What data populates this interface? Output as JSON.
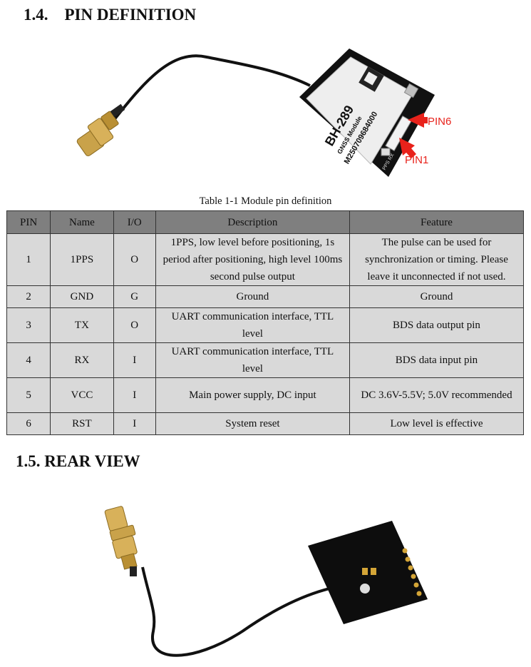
{
  "section_14": {
    "title": "1.4.    PIN DEFINITION"
  },
  "figure1": {
    "module_model": "BH-289",
    "module_subtitle": "GNSS Module",
    "module_serial": "M250709684000",
    "pin6_label": "PIN6",
    "pin1_label": "PIN1",
    "pin_marks": "PPS RX"
  },
  "table": {
    "caption": "Table 1-1 Module pin definition",
    "headers": [
      "PIN",
      "Name",
      "I/O",
      "Description",
      "Feature"
    ],
    "rows": [
      {
        "pin": "1",
        "name": "1PPS",
        "io": "O",
        "description": "1PPS, low level before positioning, 1s period after positioning, high level 100ms second pulse output",
        "feature": "The pulse can be used for synchronization or timing. Please leave it unconnected if not used."
      },
      {
        "pin": "2",
        "name": "GND",
        "io": "G",
        "description": "Ground",
        "feature": "Ground"
      },
      {
        "pin": "3",
        "name": "TX",
        "io": "O",
        "description": "UART communication interface, TTL level",
        "feature": "BDS data output pin"
      },
      {
        "pin": "4",
        "name": "RX",
        "io": "I",
        "description": "UART communication interface, TTL level",
        "feature": "BDS data input pin"
      },
      {
        "pin": "5",
        "name": "VCC",
        "io": "I",
        "description": "Main power supply, DC input",
        "feature": "DC 3.6V-5.5V; 5.0V recommended"
      },
      {
        "pin": "6",
        "name": "RST",
        "io": "I",
        "description": "System reset",
        "feature": "Low level is effective"
      }
    ]
  },
  "section_15": {
    "title": "1.5. REAR VIEW"
  },
  "colors": {
    "arrow_red": "#e8221b",
    "module_black": "#111111",
    "gold": "#c9a24a",
    "header_gray": "#7f7f7f",
    "cell_gray": "#d9d9d9"
  }
}
